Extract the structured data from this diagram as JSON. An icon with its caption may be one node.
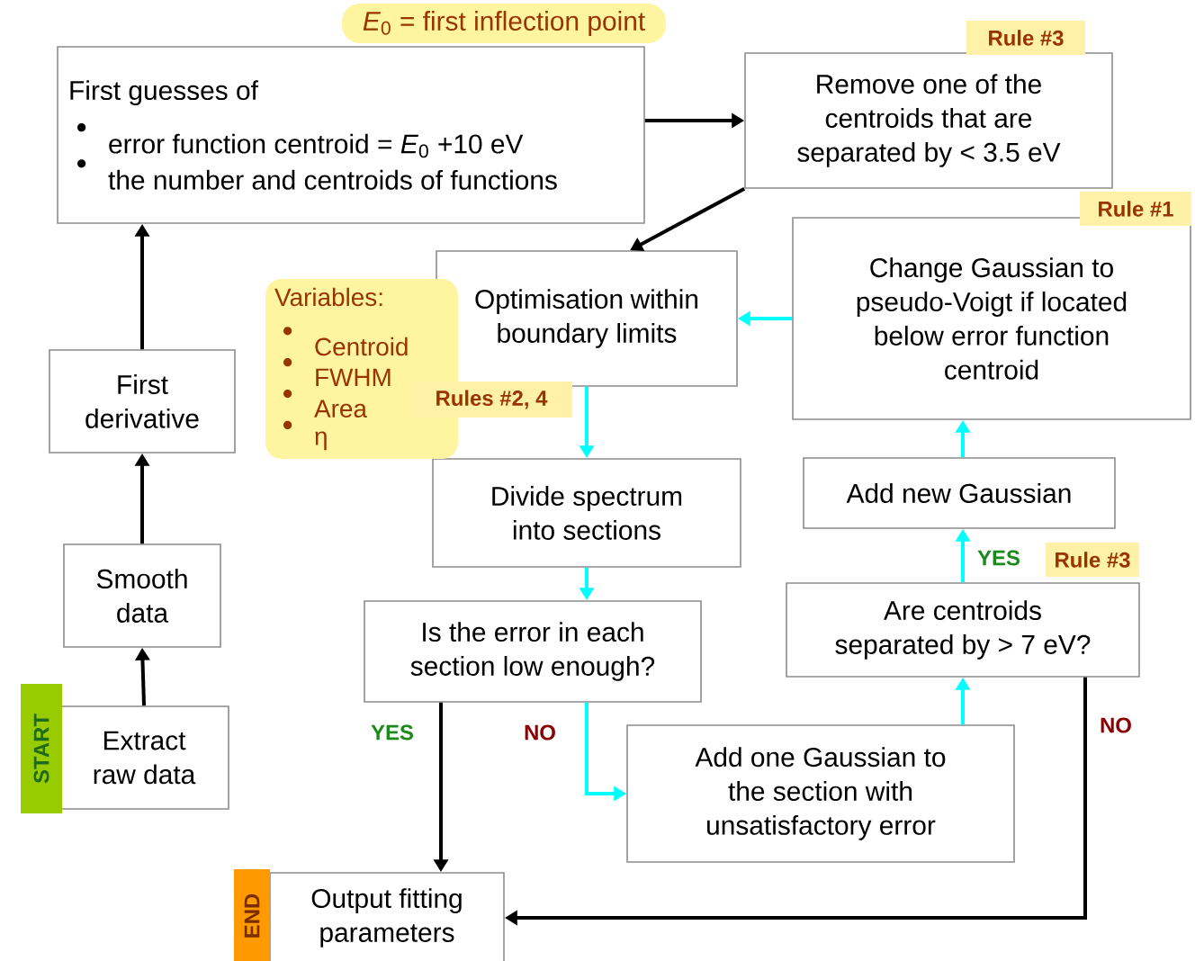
{
  "diagram": {
    "nodes": [
      {
        "text": [
          "First guesses of",
          "error function centroid = *E*$_{0}$ +10 eV",
          "the number and centroids of functions"
        ],
        "beside": [
          "*E*$_{0}$ = first inflection point"
        ]
      },
      {
        "text": [
          "Remove one of the centroids that are separated by < 3.5 eV"
        ],
        "beside": [
          "Rule #3"
        ]
      },
      {
        "text": [
          "Optimisation within boundary limits"
        ],
        "beside": [
          "Rules #2, 4"
        ]
      },
      {
        "text": [
          "Change Gaussian to pseudo-Voigt if located below error function centroid"
        ],
        "beside": [
          "Rule #1"
        ]
      },
      {
        "text": [
          "First derivative"
        ]
      },
      {
        "text": [
          "Add new Gaussian"
        ]
      },
      {
        "text": [
          "Divide spectrum into sections"
        ]
      },
      {
        "text": [
          "Smooth data"
        ]
      },
      {
        "text": [
          "Are centroids separated by > 7 eV?"
        ],
        "beside": [
          "Rule #3"
        ]
      },
      {
        "text": [
          "Is the error in each section low enough?"
        ]
      },
      {
        "text": [
          "Extract raw data"
        ],
        "beside": [
          "START"
        ]
      },
      {
        "text": [
          "Add one Gaussian to the section with unsatisfactory error"
        ]
      },
      {
        "text": [
          "Output fitting parameters"
        ],
        "beside": [
          "END"
        ]
      },
      {
        "text": [
          "Variables:",
          "Centroid",
          "FWHM",
          "Area",
          "η"
        ]
      }
    ],
    "edges": [
      {
        "from": 10,
        "to": 7,
        "arrow": "to"
      },
      {
        "from": 7,
        "to": 4,
        "arrow": "to"
      },
      {
        "from": 4,
        "to": 0,
        "arrow": "to"
      },
      {
        "from": 0,
        "to": 1,
        "arrow": "to"
      },
      {
        "from": 1,
        "to": 2,
        "arrow": "to"
      },
      {
        "from": 3,
        "to": 2,
        "arrow": "to",
        "color": "#00ffff"
      },
      {
        "from": 2,
        "to": 6,
        "arrow": "to",
        "color": "#00ffff"
      },
      {
        "from": 6,
        "to": 9,
        "arrow": "to",
        "color": "#00ffff"
      },
      {
        "from": 9,
        "to": 12,
        "arrow": "to",
        "label": "YES"
      },
      {
        "from": 9,
        "to": 11,
        "arrow": "to",
        "label": "NO",
        "color": "#00ffff"
      },
      {
        "from": 11,
        "to": 8,
        "arrow": "to",
        "color": "#00ffff"
      },
      {
        "from": 8,
        "to": 5,
        "arrow": "to",
        "label": "YES",
        "color": "#00ffff"
      },
      {
        "from": 5,
        "to": 3,
        "arrow": "to",
        "color": "#00ffff"
      },
      {
        "from": 8,
        "to": 12,
        "arrow": "to",
        "label": "NO"
      }
    ]
  }
}
